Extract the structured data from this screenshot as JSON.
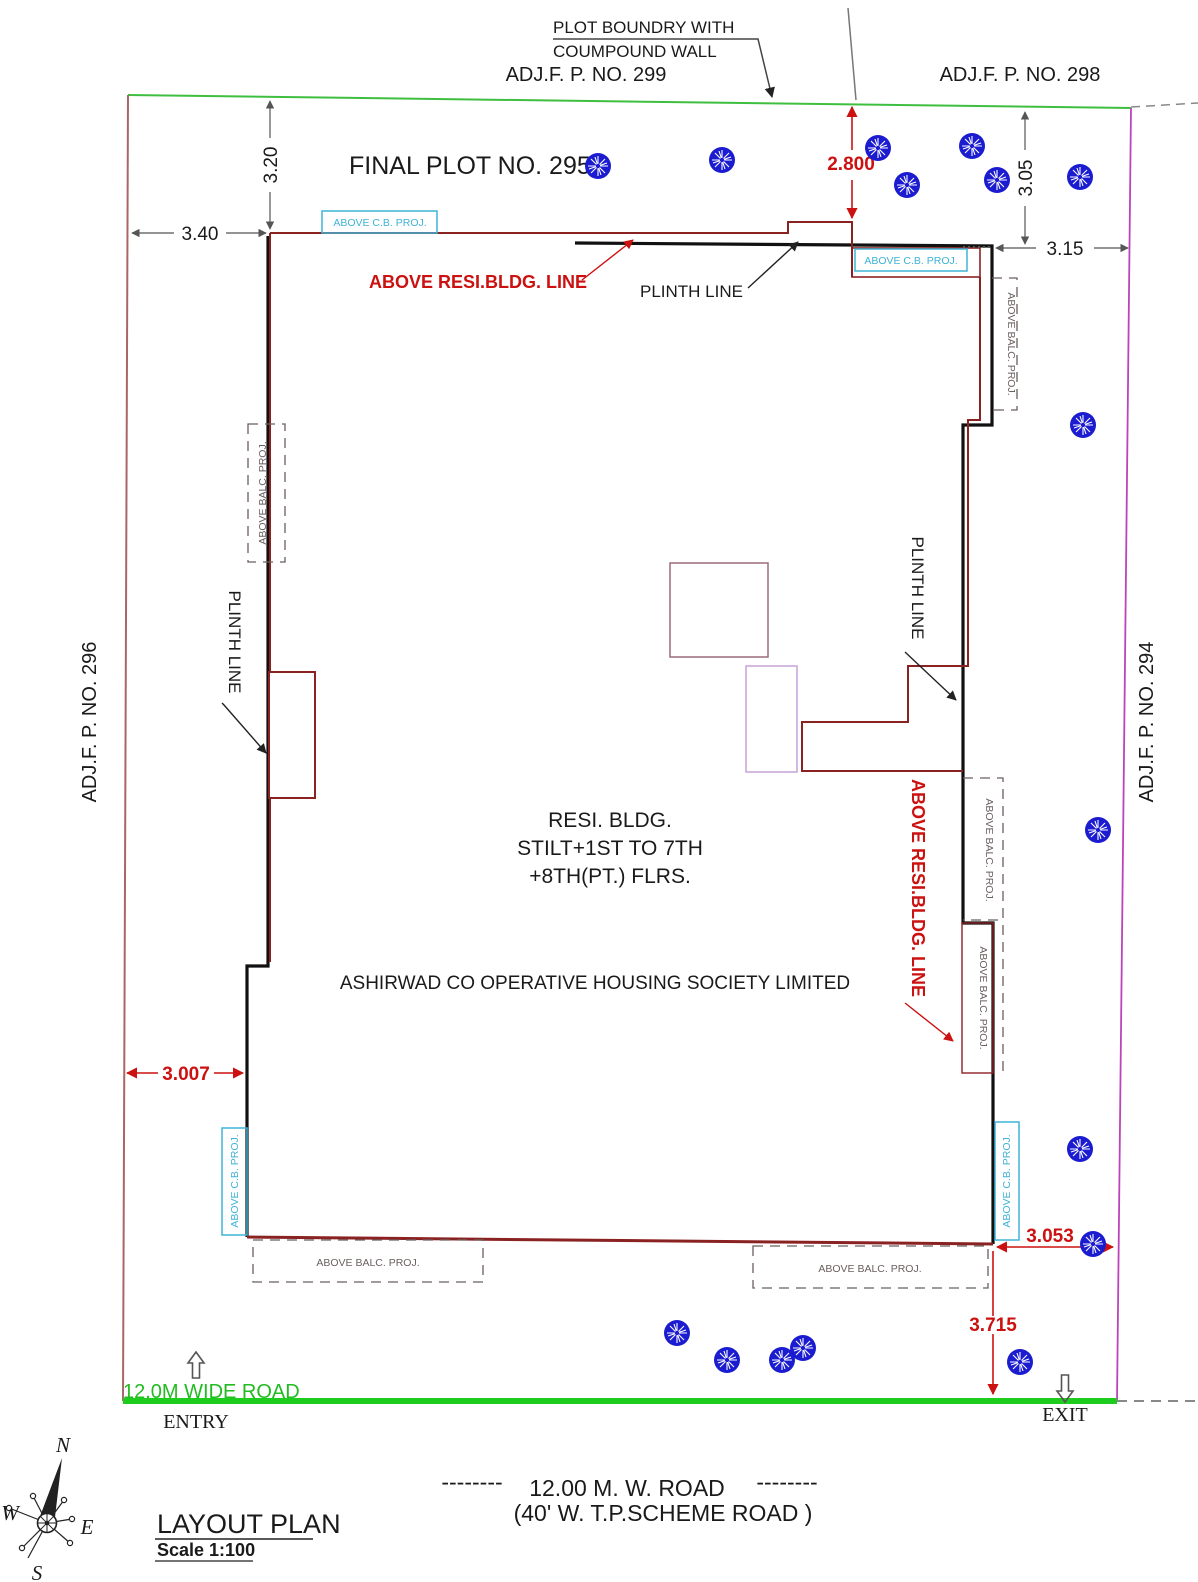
{
  "plot": {
    "boundary_note_line1": "PLOT BOUNDRY WITH",
    "boundary_note_line2": "COUMPOUND WALL",
    "adj_top_left": "ADJ.F. P. NO. 299",
    "adj_top_right": "ADJ.F. P. NO. 298",
    "adj_left": "ADJ.F. P. NO. 296",
    "adj_right": "ADJ.F. P. NO. 294",
    "final_plot": "FINAL PLOT NO. 295"
  },
  "building": {
    "line1": "RESI. BLDG.",
    "line2": "STILT+1ST TO 7TH",
    "line3": "+8TH(PT.) FLRS.",
    "society": "ASHIRWAD CO OPERATIVE HOUSING SOCIETY LIMITED"
  },
  "annotations": {
    "above_resi_line": "ABOVE RESI.BLDG. LINE",
    "plinth_line": "PLINTH LINE",
    "above_cb_proj": "ABOVE C.B. PROJ.",
    "above_balc_proj": "ABOVE BALC. PROJ."
  },
  "dimensions": {
    "top_left_v": "3.20",
    "top_left_h": "3.40",
    "top_red": "2.800",
    "top_right_v": "3.05",
    "top_right_h": "3.15",
    "left_red": "3.007",
    "bottom_right_h": "3.053",
    "bottom_right_v": "3.715"
  },
  "road": {
    "wide_road": "12.0M WIDE ROAD",
    "entry": "ENTRY",
    "exit": "EXIT",
    "dash_left": "--------",
    "name": "12.00 M. W.  ROAD",
    "dash_right": "--------",
    "subtitle": "(40' W. T.P.SCHEME ROAD )"
  },
  "titleblock": {
    "layout_plan": "LAYOUT PLAN",
    "scale": "Scale 1:100"
  },
  "compass": {
    "n": "N",
    "e": "E",
    "s": "S",
    "w": "W"
  },
  "colors": {
    "boundary_green": "#3fbf3f",
    "road_green": "#1ecc1e",
    "dim_red": "#cc1111",
    "building_red": "#8b2222",
    "right_boundary_magenta": "#bb44bb",
    "left_boundary_brown": "#aa6666",
    "projection_cyan": "#3fb3d6",
    "tree_blue": "#1b1bd0",
    "plinth_black": "#111111",
    "dim_gray": "#555555"
  }
}
